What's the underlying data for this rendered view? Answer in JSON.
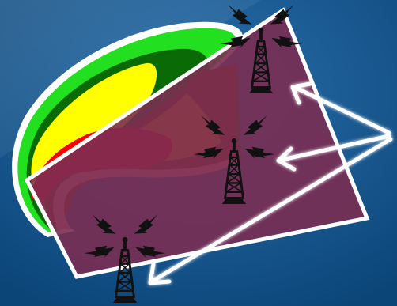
{
  "scene": {
    "background": {
      "top_color": "#2a6fab",
      "bottom_color": "#0b4578"
    },
    "weather_overlay": {
      "bands": [
        {
          "name": "light-green",
          "color": "#22e01f"
        },
        {
          "name": "dark-green",
          "color": "#0a6b06"
        },
        {
          "name": "yellow",
          "color": "#ffff00"
        },
        {
          "name": "brown",
          "color": "#7a3b00"
        },
        {
          "name": "orange",
          "color": "#ff8c00"
        },
        {
          "name": "red",
          "color": "#ff0000"
        },
        {
          "name": "rim",
          "color": "#ff8a8a"
        }
      ],
      "outline_color": "#ffffff"
    },
    "coverage_area": {
      "fill_color": "#7a2e52",
      "fill_opacity": 0.9,
      "outline_color": "#ffffff"
    },
    "towers": [
      {
        "name": "tower-top-right"
      },
      {
        "name": "tower-middle"
      },
      {
        "name": "tower-bottom"
      }
    ],
    "arrows": {
      "color": "#ffffff",
      "count": 3
    }
  }
}
